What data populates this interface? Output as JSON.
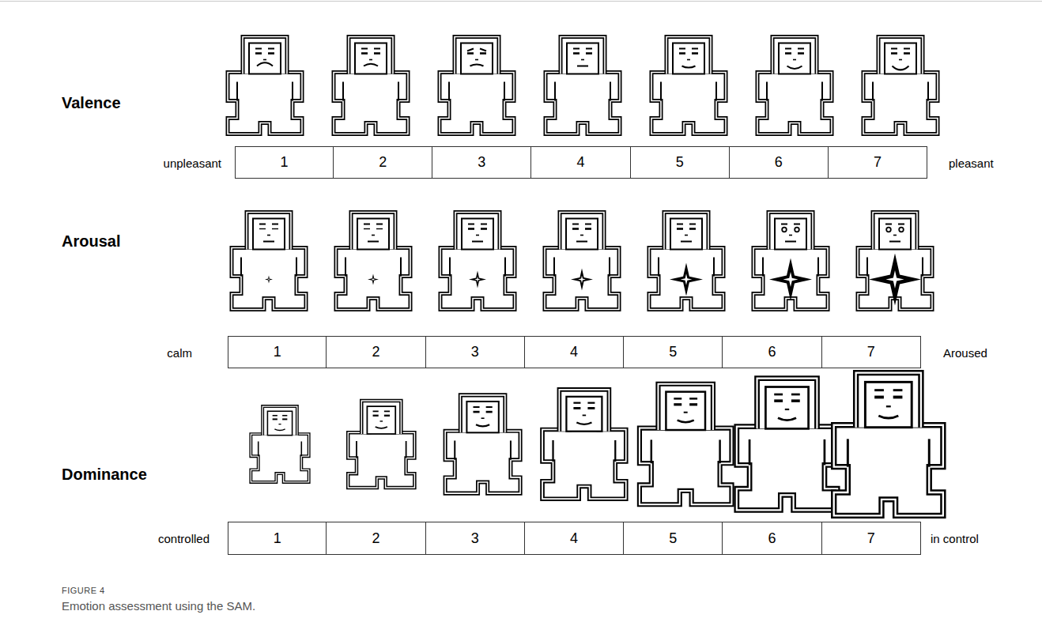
{
  "diagram": {
    "caption": "Emotion assessment using the SAM.",
    "labels": [
      "Valence",
      "unpleasant",
      "1",
      "2",
      "3",
      "4",
      "5",
      "6",
      "7",
      "pleasant",
      "Arousal",
      "calm",
      "1",
      "2",
      "3",
      "4",
      "5",
      "6",
      "7",
      "Aroused",
      "Dominance",
      "controlled",
      "1",
      "2",
      "3",
      "4",
      "5",
      "6",
      "7",
      "in control",
      "FIGURE 4"
    ]
  }
}
